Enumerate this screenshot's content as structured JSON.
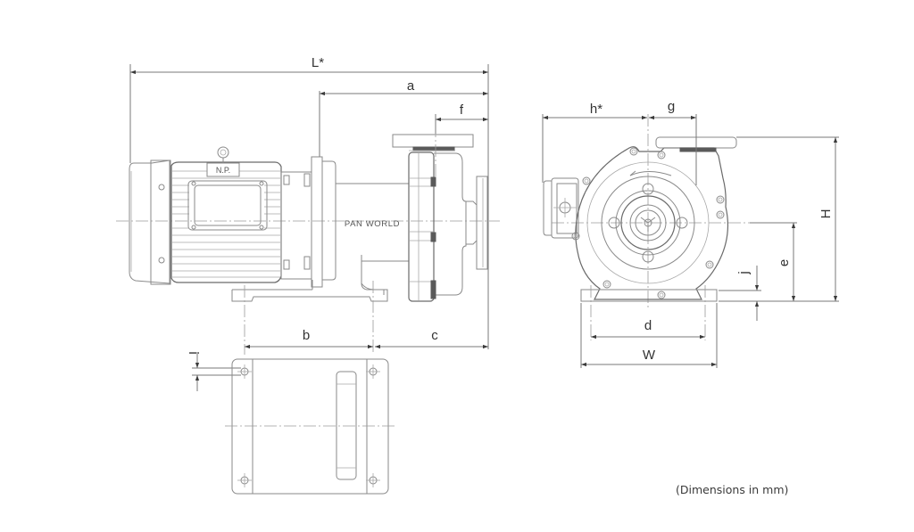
{
  "drawing": {
    "subject": "Magnetic drive pump dimensional drawing",
    "brand_label": "PAN WORLD",
    "nameplate_label": "N.P.",
    "note": "(Dimensions in mm)"
  },
  "dimensions": {
    "side_view": {
      "L": "L*",
      "a": "a",
      "f": "f",
      "b": "b",
      "c": "c",
      "i": "i"
    },
    "front_view": {
      "h": "h*",
      "g": "g",
      "H": "H",
      "e": "e",
      "j": "j",
      "d": "d",
      "W": "W"
    }
  }
}
